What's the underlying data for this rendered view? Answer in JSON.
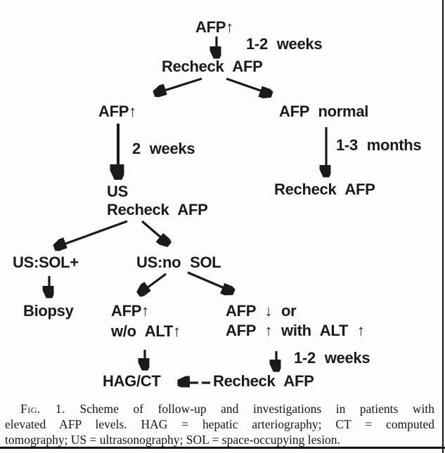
{
  "flow": {
    "start": "AFP↑",
    "interval_start": "1-2 weeks",
    "recheck_1": "Recheck AFP",
    "afp_elevated": "AFP↑",
    "interval_elevated": "2 weeks",
    "afp_normal": "AFP normal",
    "interval_normal": "1-3 months",
    "recheck_normal": "Recheck AFP",
    "us_line1": "US",
    "us_line2": "Recheck AFP",
    "us_sol_positive": "US:SOL+",
    "biopsy": "Biopsy",
    "us_no_sol": "US:no SOL",
    "afp_wo_alt_line1": "AFP↑",
    "afp_wo_alt_line2": "w/o ALT↑",
    "afp_with_alt_line1": "AFP ↓ or",
    "afp_with_alt_line2": "AFP ↑ with ALT ↑",
    "interval_final": "1-2 weeks",
    "hag_ct": "HAG/CT",
    "recheck_final": "Recheck AFP"
  },
  "caption": {
    "fig_label": "Fig. 1.",
    "line1_rest": "Scheme of follow-up and investigations in patients with",
    "line2": "elevated AFP levels. HAG = hepatic arteriography; CT = computed",
    "line3": "tomography; US = ultrasonography; SOL = space-occupying lesion."
  },
  "colors": {
    "ink": "#1a1a1a",
    "paper": "#fdfdfd"
  }
}
